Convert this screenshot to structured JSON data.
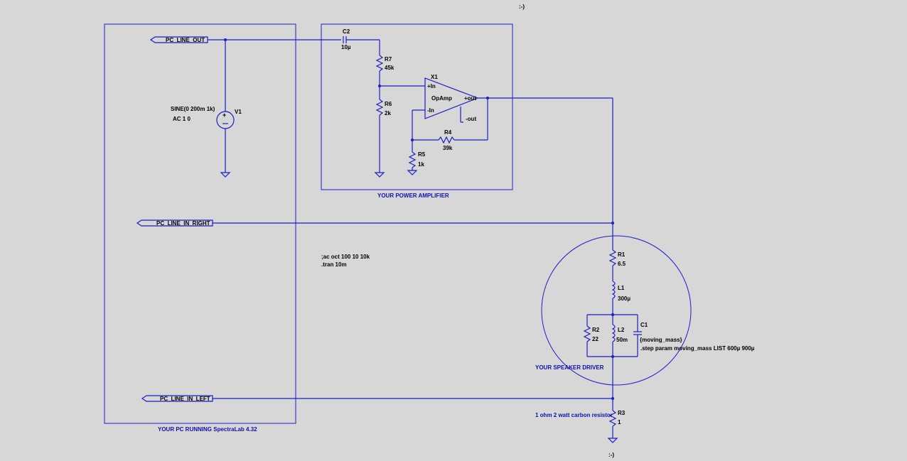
{
  "top_note": ":-)",
  "bottom_note": ":-)",
  "boxes": {
    "pc": "YOUR PC RUNNING SpectraLab 4.32",
    "amp": "YOUR POWER AMPLIFIER",
    "speaker": "YOUR SPEAKER DRIVER"
  },
  "nets": {
    "line_out": "PC_LINE_OUT",
    "line_in_right": "PC_LINE_IN_RIGHT",
    "line_in_left": "PC_LINE_IN_LEFT"
  },
  "source": {
    "name": "V1",
    "value": "SINE(0 200m 1k)",
    "ac": "AC 1 0"
  },
  "components": {
    "c2": {
      "name": "C2",
      "value": "10µ"
    },
    "r7": {
      "name": "R7",
      "value": "45k"
    },
    "r6": {
      "name": "R6",
      "value": "2k"
    },
    "r5": {
      "name": "R5",
      "value": "1k"
    },
    "r4": {
      "name": "R4",
      "value": "39k"
    },
    "x1": {
      "name": "X1",
      "model": "OpAmp",
      "pin_in_plus": "+In",
      "pin_in_minus": "-In",
      "pin_out_plus": "+out",
      "pin_out_minus": "-out"
    },
    "r1": {
      "name": "R1",
      "value": "6.5"
    },
    "l1": {
      "name": "L1",
      "value": "300µ"
    },
    "r2": {
      "name": "R2",
      "value": "22"
    },
    "l2": {
      "name": "L2",
      "value": "50m"
    },
    "c1": {
      "name": "C1",
      "value": "{moving_mass}"
    },
    "r3": {
      "name": "R3",
      "value": "1",
      "note": "1 ohm 2 watt carbon resistor"
    }
  },
  "directives": {
    "ac": ";ac oct 100 10 10k",
    "tran": ".tran 10m",
    "step": ".step param moving_mass LIST 600µ 900µ"
  },
  "colors": {
    "background": "#d7d7d7",
    "wire": "#1c1cc8",
    "text": "#000000",
    "caption": "#1010b0"
  }
}
